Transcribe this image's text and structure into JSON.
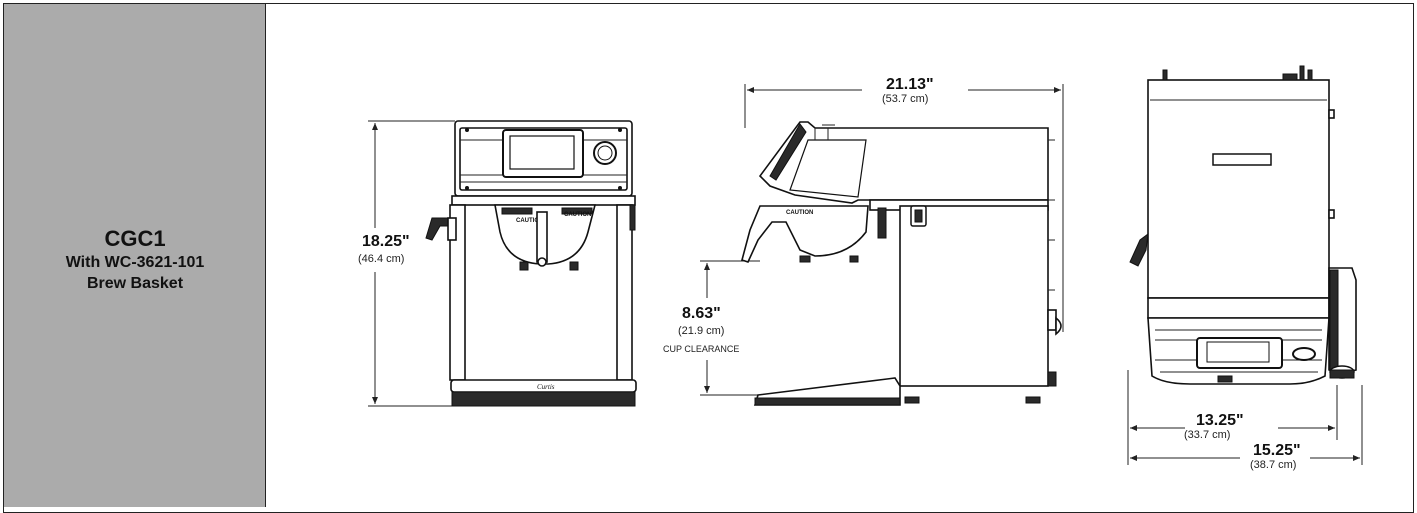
{
  "sidebar": {
    "model": "CGC1",
    "line1": "With WC-3621-101",
    "line2": "Brew Basket"
  },
  "front_view": {
    "height_in": "18.25\"",
    "height_cm": "(46.4 cm)"
  },
  "side_view": {
    "depth_in": "21.13\"",
    "depth_cm": "(53.7 cm)",
    "cup_in": "8.63\"",
    "cup_cm": "(21.9 cm)",
    "cup_label": "CUP CLEARANCE",
    "caution": "CAUTION"
  },
  "top_view": {
    "width1_in": "13.25\"",
    "width1_cm": "(33.7 cm)",
    "width2_in": "15.25\"",
    "width2_cm": "(38.7 cm)"
  }
}
